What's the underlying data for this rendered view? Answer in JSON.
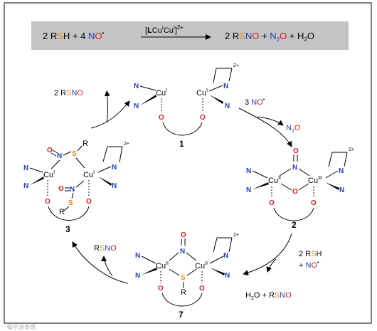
{
  "overall_reaction": {
    "left_coef_1": "2 R",
    "left_s": "S",
    "left_h": "H + 4 ",
    "left_no_n": "N",
    "left_no_o": "O",
    "catalyst_prefix": "[",
    "catalyst_L": "L",
    "catalyst_cu1": "Cu",
    "catalyst_cu1_ox": "I",
    "catalyst_cu2": "Cu",
    "catalyst_cu2_ox": "I",
    "catalyst_suffix": "]",
    "catalyst_charge": "2+",
    "right_coef": "2 R",
    "right_s": "S",
    "right_n": "N",
    "right_o": "O",
    "plus1": " + ",
    "n2o_n": "N",
    "n2o_2": "2",
    "n2o_o": "O",
    "plus2": " + H",
    "h2o_2": "2",
    "h2o_o": "O"
  },
  "steps": {
    "step_1_to_2_reagent_coef": "3 ",
    "step_1_to_2_reagent_n": "N",
    "step_1_to_2_reagent_o": "O",
    "step_1_to_2_product_n": "N",
    "step_1_to_2_product_2": "2",
    "step_1_to_2_product_o": "O",
    "step_2_to_7_reagent_coef": "2 R",
    "step_2_to_7_reagent_s": "S",
    "step_2_to_7_reagent_h": "H",
    "step_2_to_7_reagent_plus": "+ ",
    "step_2_to_7_reagent_n": "N",
    "step_2_to_7_reagent_o": "O",
    "step_2_to_7_product_h": "H",
    "step_2_to_7_product_2": "2",
    "step_2_to_7_product_o": "O",
    "step_2_to_7_product_plus": " + R",
    "step_2_to_7_product_s": "S",
    "step_2_to_7_product_n": "N",
    "step_2_to_7_product_o2": "O",
    "step_7_to_3_product_r": "R",
    "step_7_to_3_product_s": "S",
    "step_7_to_3_product_n": "N",
    "step_7_to_3_product_o": "O",
    "step_3_to_1_product_coef": "2 R",
    "step_3_to_1_product_s": "S",
    "step_3_to_1_product_n": "N",
    "step_3_to_1_product_o": "O"
  },
  "compounds": {
    "c1": {
      "number": "1",
      "cu_a_ox": "I",
      "cu_b_ox": "I",
      "charge": "2+"
    },
    "c2": {
      "number": "2",
      "cu_a_ox": "II",
      "cu_b_ox": "III",
      "charge": "2+"
    },
    "c3": {
      "number": "3",
      "cu_a_ox": "I",
      "cu_b_ox": "I",
      "charge": "2+"
    },
    "c7": {
      "number": "7",
      "cu_a_ox": "II",
      "cu_b_ox": "II",
      "charge": "2+"
    }
  },
  "atoms": {
    "cu": "Cu",
    "n": "N",
    "o": "O",
    "s": "S",
    "r": "R",
    "dot": "•"
  },
  "colors": {
    "nitrogen": "#1f3fbf",
    "oxygen": "#d42020",
    "sulfur": "#e08a1a",
    "banner": "#c4c4c4"
  },
  "watermark": "知乎@奇奇"
}
